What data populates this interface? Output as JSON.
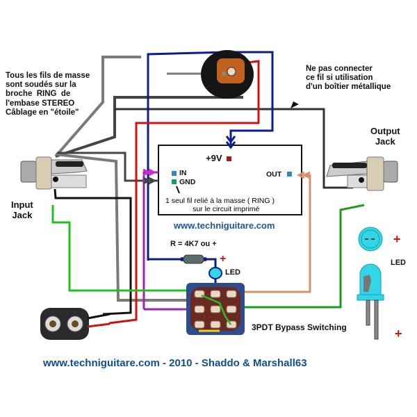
{
  "title": "3PDT Bypass Switching wiring diagram",
  "notes": {
    "ground_note": "Tous les fils de masse\nsont soudés sur la\nbroche  RING  de\nl'embase STEREO\nCâblage en \"étoile\"",
    "metal_box_note": "Ne pas connecter\nce fil si utilisation\nd'un boîtier métallique",
    "pcb_note": "1 seul fil relié à la masse ( RING )\n      sur le circuit imprimé"
  },
  "labels": {
    "input_jack": "Input\nJack",
    "output_jack": "Output\nJack",
    "plus_9v": "+9V",
    "pin_in": "IN",
    "pin_gnd": "GND",
    "pin_out": "OUT",
    "website_mid": "www.techniguitare.com",
    "resistor": "R = 4K7 ou +",
    "led": "LED",
    "led_detail": "LED",
    "switch": "3PDT Bypass Switching",
    "plus_sign": "+"
  },
  "footer": "www.techniguitare.com - 2010 - Shaddo & Marshall63",
  "colors": {
    "wire_blue": "#0a1f8f",
    "wire_red": "#d21010",
    "wire_black": "#111111",
    "wire_gray": "#7a7a7a",
    "wire_darkgray": "#444444",
    "wire_green": "#22c022",
    "wire_green_dark": "#1f9a1f",
    "wire_magenta": "#a020b0",
    "wire_orange": "#d8926a",
    "led_cyan": "#33d6e6",
    "switch_body": "#2e4d8a",
    "website_blue": "#1a55a0"
  }
}
